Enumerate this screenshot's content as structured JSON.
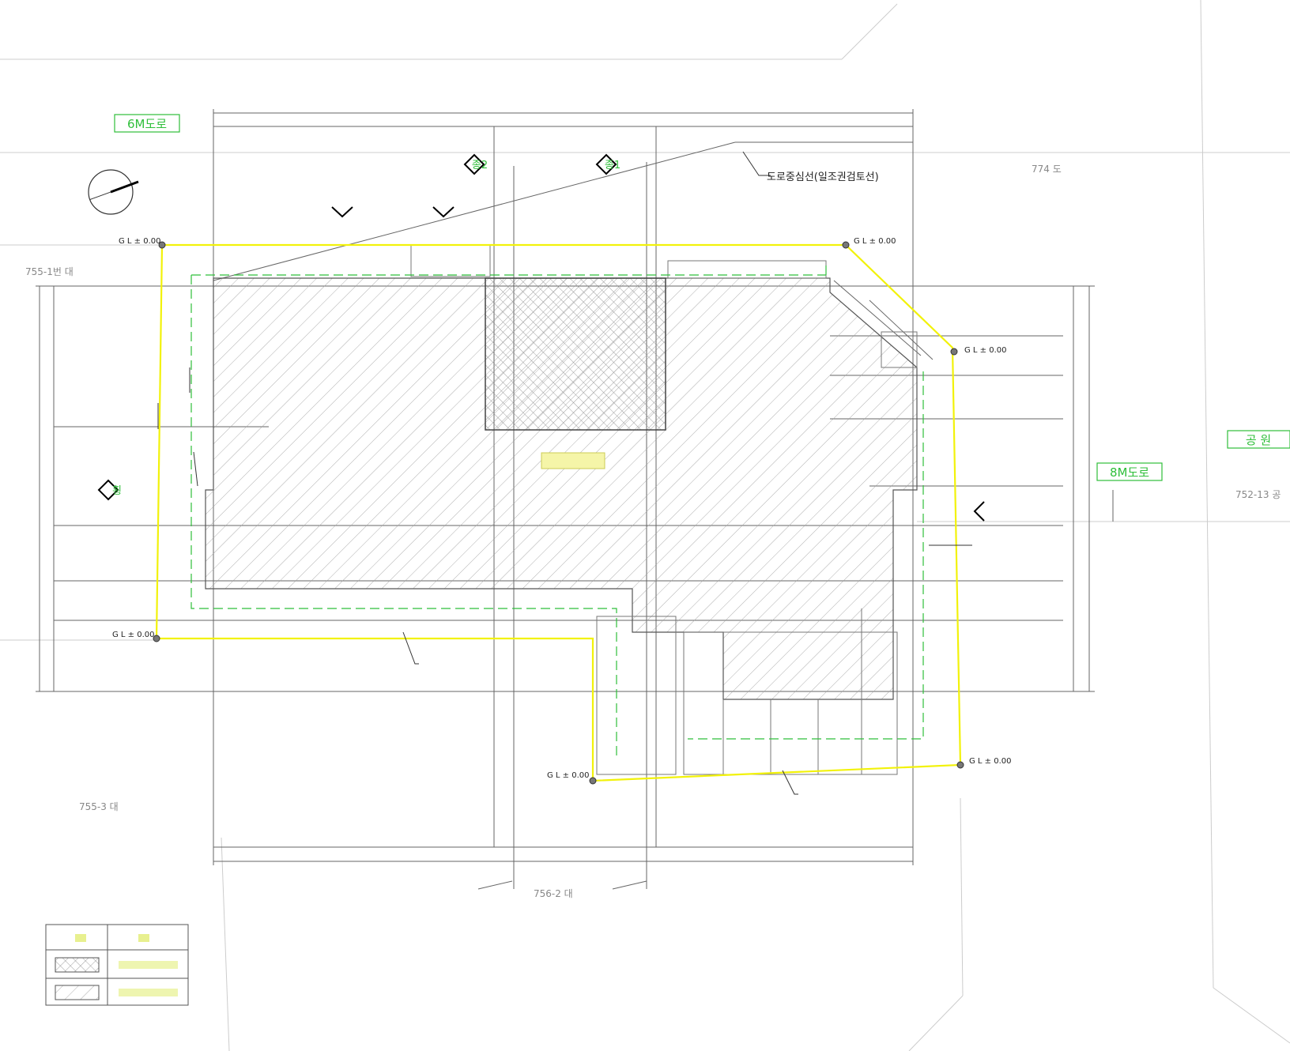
{
  "roads": {
    "top": "6M도로",
    "right": "8M도로",
    "park": "공 원"
  },
  "parcels": {
    "north_right": "774 도",
    "north_left": "755-1번 대",
    "west": "755-3 대",
    "south": "756-2 대",
    "east": "752-13 공"
  },
  "gl_marks": [
    "G L ± 0.00",
    "G L ± 0.00",
    "G L ± 0.00",
    "G L ± 0.00",
    "G L ± 0.00",
    "G L ± 0.00"
  ],
  "section_marks": [
    "종2",
    "종1",
    "횡"
  ],
  "annotations": {
    "road_center": "도로중심선(일조권검토선)"
  },
  "colors": {
    "boundary": "#f2f20a",
    "dim": "#2fbf3a",
    "line": "#555555",
    "hatch": "#9a9a9a"
  }
}
